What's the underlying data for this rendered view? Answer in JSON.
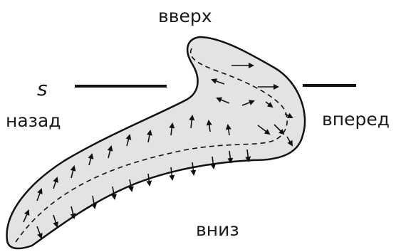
{
  "labels": {
    "up": "вверх",
    "down": "вниз",
    "back": "назад",
    "forward": "вперед",
    "s": "s"
  },
  "colors": {
    "fill": "#e3e3e3",
    "stroke": "#111111"
  }
}
